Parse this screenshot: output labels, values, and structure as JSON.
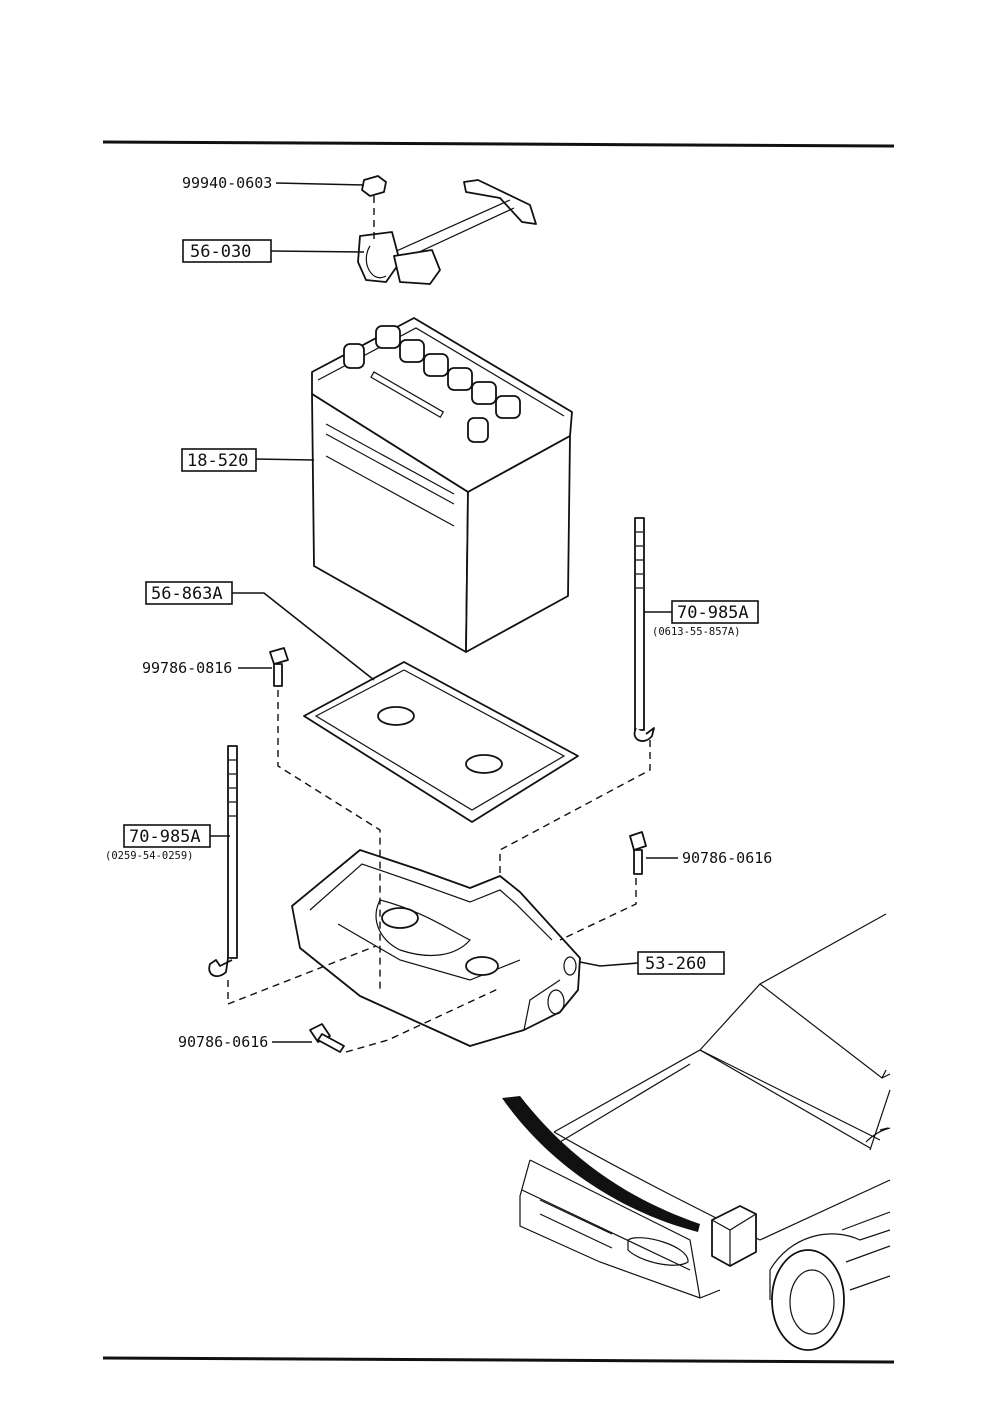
{
  "labels": {
    "nut_top": "99940-0603",
    "clamp": "56-030",
    "battery": "18-520",
    "tray_cover": "56-863A",
    "bolt_mid": "99786-0816",
    "rod_right": "70-985A",
    "rod_right_sub": "(0613-55-857A)",
    "rod_left": "70-985A",
    "rod_left_sub": "(0259-54-0259)",
    "bolt_right": "90786-0616",
    "carrier": "53-260",
    "bolt_bottom": "90786-0616"
  }
}
